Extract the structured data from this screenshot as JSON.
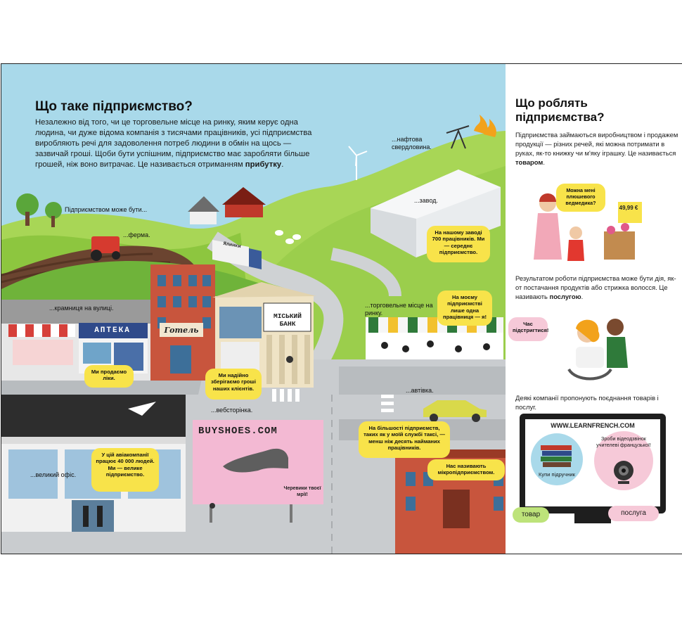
{
  "left": {
    "title": "Що таке підприємство?",
    "intro_1": "Незалежно від того, чи це торговельне місце на ринку, яким керує одна людина, чи дуже відома компанія з тисячами працівників, усі підприємства виробляють речі для задоволення потреб людини в обмін на щось — зазвичай гроші. Щоби бути успішним, підприємство має заробляти більше грошей, ніж воно витрачає. Це називається отриманням ",
    "intro_bold": "прибутку",
    "intro_end": ".",
    "can_be": "Підприємством може бути...",
    "label_farm": "...ферма.",
    "label_shop": "...крамниця на вулиці.",
    "label_oil": "...нафтова свердловина.",
    "label_factory": "...завод.",
    "label_market": "...торговельне місце на ринку.",
    "label_website": "...вебсторінка.",
    "label_office": "...великий офіс.",
    "label_taxi": "...автівка."
  },
  "signs": {
    "pharmacy": "АПТЕКА",
    "hotel": "Готель",
    "bank": "МІСЬКИЙ БАНК",
    "truck": "Ялинки",
    "website": "BUYSHOES.COM",
    "shoes_tag": "Черевики твоєї мрії!",
    "price": "49,99 €"
  },
  "bubbles": {
    "factory_1": "На нашому заводі 700 працівників. Ми — ",
    "factory_bold": "середнє підприємство",
    "factory_end": ".",
    "market": "На моєму підприємстві лише одна працівниця — я!",
    "pharmacy": "Ми продаємо ліки.",
    "bank": "Ми надійно зберігаємо гроші наших клієнтів.",
    "office_1": "У цій авіакомпанії працює 40 000 людей. Ми — ",
    "office_bold": "велике підприємство",
    "office_end": ".",
    "taxi": "На більшості підприємств, таких як у моїй службі таксі, — менш ніж десять найманих працівників.",
    "micro": "Нас називають мікропідприємством."
  },
  "right": {
    "title": "Що роблять підприємства?",
    "p1": "Підприємства займаються виробництвом і продажем продукції — різних речей, які можна потримати в руках, як-то книжку чи м'яку іграшку. Це називається ",
    "p1_bold": "товаром",
    "p1_end": ".",
    "bubble_teddy": "Можна мені плюшевого ведмедика?",
    "p2": "Результатом роботи підприємства може бути дія, як-от постачання продуктів або стрижка волосся. Це називають ",
    "p2_bold": "послугою",
    "p2_end": ".",
    "bubble_haircut": "Час підстригтися!",
    "p3": "Деякі компанії пропонують поєднання товарів і послуг.",
    "url": "WWW.LEARNFRENCH.COM",
    "buy_books": "Купи підручник",
    "video": "Зроби відеодзвінок учителеві французької!",
    "tag_goods": "товар",
    "tag_service": "послуга"
  },
  "colors": {
    "sky": "#a9d9ea",
    "hill_green": "#8dc63f",
    "road": "#c9cccf",
    "bubble": "#f8e34a",
    "bubble_pink": "#f6c9d8",
    "brick": "#c8553d"
  }
}
